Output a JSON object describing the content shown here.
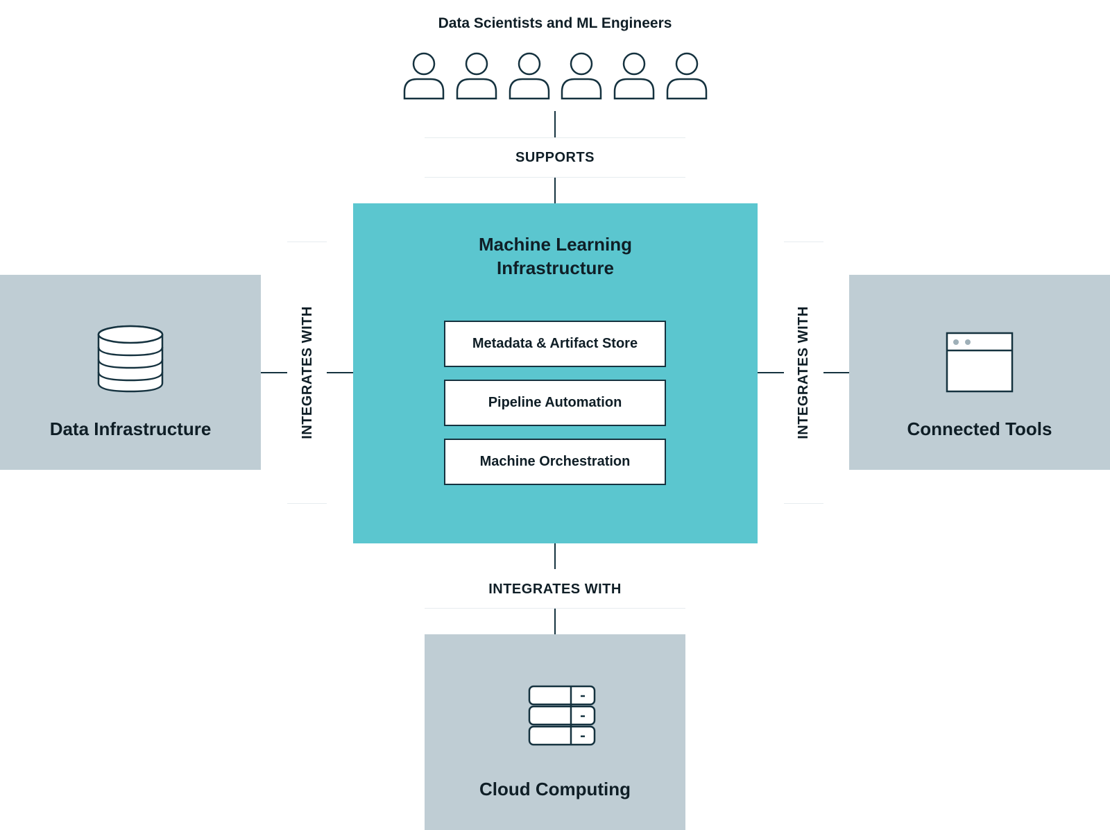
{
  "users": {
    "title": "Data Scientists and ML Engineers",
    "icon": "user-icon",
    "count": 6
  },
  "connections": {
    "top": "SUPPORTS",
    "left": "INTEGRATES WITH",
    "right": "INTEGRATES WITH",
    "bottom": "INTEGRATES WITH"
  },
  "core": {
    "title_line1": "Machine Learning",
    "title_line2": "Infrastructure",
    "color": "#5bc6cf",
    "components": [
      "Metadata & Artifact Store",
      "Pipeline Automation",
      "Machine Orchestration"
    ]
  },
  "left_box": {
    "title": "Data Infrastructure",
    "icon": "database-icon"
  },
  "right_box": {
    "title": "Connected Tools",
    "icon": "browser-window-icon"
  },
  "bottom_box": {
    "title": "Cloud Computing",
    "icon": "server-stack-icon"
  },
  "colors": {
    "side_box": "#bfcdd4",
    "line": "#15323f"
  }
}
